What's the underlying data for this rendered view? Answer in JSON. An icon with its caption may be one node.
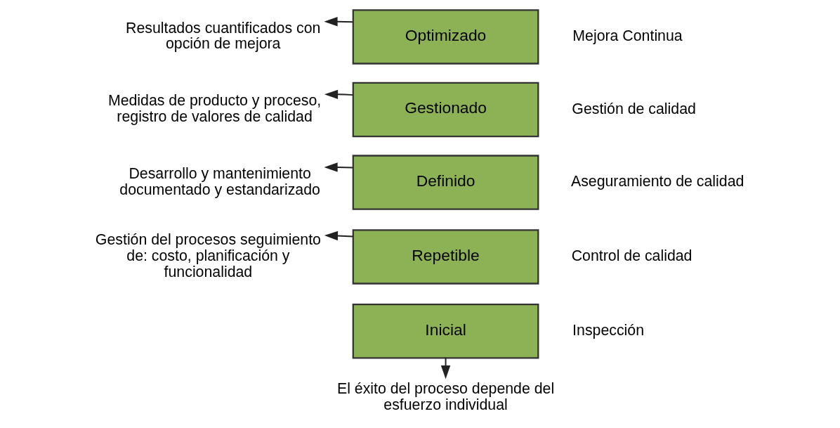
{
  "diagram": {
    "nodes": [
      {
        "text": [
          "Optimizado"
        ],
        "beside": [
          "Mejora Continua"
        ]
      },
      {
        "text": [
          "Resultados cuantificados con opción de mejora"
        ]
      },
      {
        "text": [
          "Gestionado"
        ],
        "beside": [
          "Gestión de calidad"
        ]
      },
      {
        "text": [
          "Medidas de producto y proceso, registro de valores de calidad"
        ]
      },
      {
        "text": [
          "Definido"
        ],
        "beside": [
          "Aseguramiento de calidad"
        ]
      },
      {
        "text": [
          "Desarrollo y mantenimiento documentado y estandarizado"
        ]
      },
      {
        "text": [
          "Repetible"
        ],
        "beside": [
          "Control de calidad"
        ]
      },
      {
        "text": [
          "Gestión del procesos seguimiento de: costo, planificación y funcionalidad"
        ]
      },
      {
        "text": [
          "Inicial"
        ],
        "beside": [
          "Inspección"
        ]
      },
      {
        "text": [
          "El éxito del proceso depende del esfuerzo individual"
        ]
      }
    ],
    "edges": [
      {
        "from": 0,
        "to": 1,
        "arrow": "to"
      },
      {
        "from": 2,
        "to": 3,
        "arrow": "to"
      },
      {
        "from": 4,
        "to": 5,
        "arrow": "to"
      },
      {
        "from": 6,
        "to": 7,
        "arrow": "to"
      },
      {
        "from": 8,
        "to": 9,
        "arrow": "to"
      }
    ]
  }
}
